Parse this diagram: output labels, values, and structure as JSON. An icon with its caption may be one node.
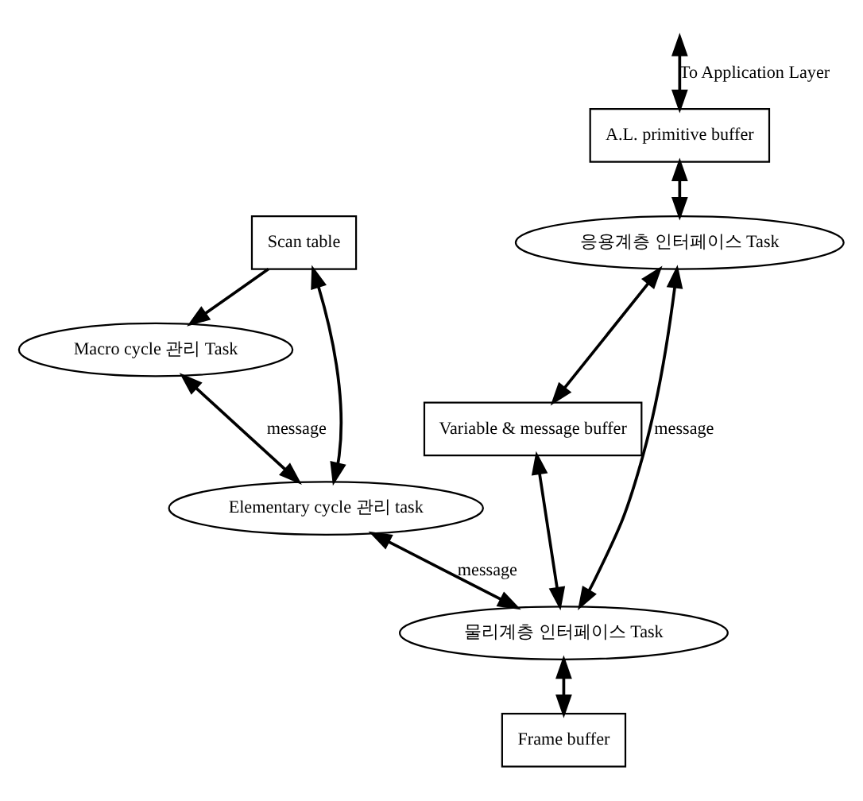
{
  "diagram": {
    "nodes": [
      {
        "text": [
          "A.L. primitive buffer"
        ]
      },
      {
        "text": [
          "응용계층 인터페이스 Task"
        ]
      },
      {
        "text": [
          "Macro cycle 관리 Task"
        ]
      },
      {
        "text": [
          "Scan table"
        ]
      },
      {
        "text": [
          "Elementary cycle 관리 task"
        ]
      },
      {
        "text": [
          "Variable & message buffer"
        ]
      },
      {
        "text": [
          "물리계층 인터페이스 Task"
        ]
      },
      {
        "text": [
          "Frame buffer"
        ]
      }
    ],
    "edges": [
      {
        "from": null,
        "to": 0,
        "arrow": "both",
        "label": "To Application Layer"
      },
      {
        "from": 0,
        "to": 1,
        "arrow": "both"
      },
      {
        "from": 3,
        "to": 2,
        "arrow": "to"
      },
      {
        "from": 2,
        "to": 4,
        "arrow": "both",
        "label": "message"
      },
      {
        "from": 3,
        "to": 4,
        "arrow": "both"
      },
      {
        "from": 1,
        "to": 5,
        "arrow": "both"
      },
      {
        "from": 1,
        "to": 6,
        "arrow": "both",
        "label": "message"
      },
      {
        "from": 5,
        "to": 6,
        "arrow": "both"
      },
      {
        "from": 4,
        "to": 6,
        "arrow": "both",
        "label": "message"
      },
      {
        "from": 6,
        "to": 7,
        "arrow": "both"
      }
    ]
  }
}
